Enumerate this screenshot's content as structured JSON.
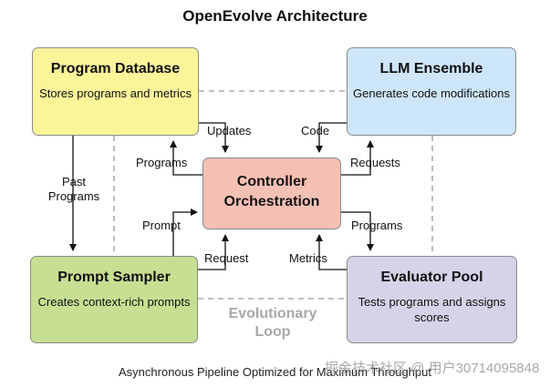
{
  "title": "OpenEvolve Architecture",
  "boxes": {
    "program_database": {
      "title": "Program Database",
      "desc": "Stores programs and metrics",
      "color": "#fbf59a"
    },
    "llm_ensemble": {
      "title": "LLM Ensemble",
      "desc": "Generates code modifications",
      "color": "#cde6fa"
    },
    "prompt_sampler": {
      "title": "Prompt Sampler",
      "desc": "Creates context-rich prompts",
      "color": "#c7df92"
    },
    "evaluator_pool": {
      "title": "Evaluator Pool",
      "desc": "Tests programs and assigns scores",
      "color": "#d7d2e8"
    },
    "controller": {
      "title": "Controller Orchestration",
      "color": "#f5c0b4"
    }
  },
  "edges": {
    "updates": "Updates",
    "code": "Code",
    "programs_to_db": "Programs",
    "requests": "Requests",
    "past_programs": "Past Programs",
    "prompt": "Prompt",
    "programs_to_eval": "Programs",
    "request": "Request",
    "metrics": "Metrics"
  },
  "loop_label": "Evolutionary Loop",
  "footer": "Asynchronous Pipeline Optimized for Maximum Throughput",
  "watermark": "掘金技术社区 @ 用户30714095848"
}
